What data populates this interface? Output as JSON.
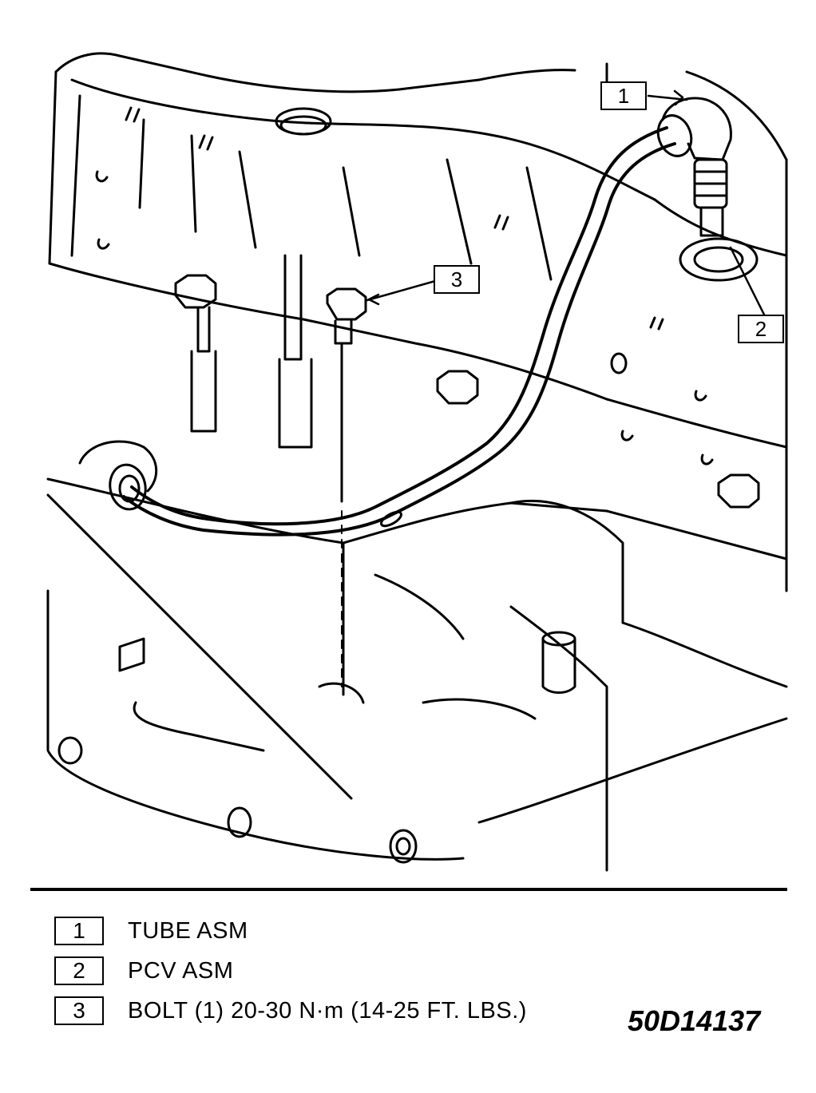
{
  "callouts": [
    {
      "number": "1"
    },
    {
      "number": "2"
    },
    {
      "number": "3"
    }
  ],
  "legend": [
    {
      "number": "1",
      "text": "TUBE ASM"
    },
    {
      "number": "2",
      "text": "PCV ASM"
    },
    {
      "number": "3",
      "text": "BOLT (1) 20-30 N·m (14-25 FT. LBS.)"
    }
  ],
  "figure_id": "50D14137"
}
